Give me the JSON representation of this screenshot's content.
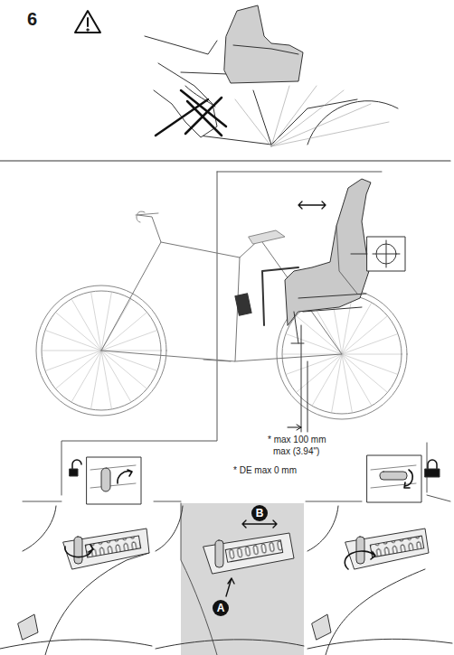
{
  "diagram": {
    "nodes": [
      {
        "text": [
          "B"
        ]
      },
      {
        "text": [
          "A"
        ]
      }
    ],
    "labels": [
      "6",
      "* max 100 mm",
      "max (3.94\")",
      "* DE max 0 mm"
    ]
  }
}
